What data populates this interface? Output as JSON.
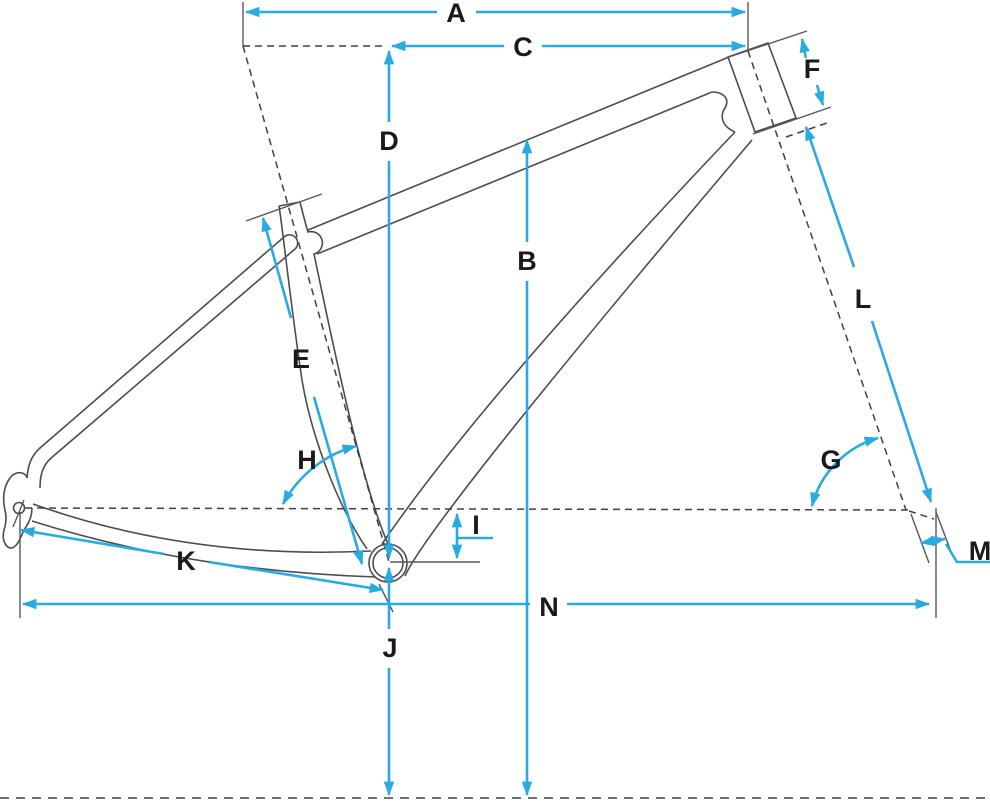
{
  "diagram": {
    "type": "bicycle-frame-geometry",
    "colors": {
      "dimension_arrows": "#29ABE2",
      "frame_outline": "#4D4D4F",
      "reference_dashed": "#414042",
      "label_text": "#1A1A1A",
      "background": "#FFFFFF"
    },
    "labels": {
      "A": "A",
      "B": "B",
      "C": "C",
      "D": "D",
      "E": "E",
      "F": "F",
      "G": "G",
      "H": "H",
      "I": "I",
      "J": "J",
      "K": "K",
      "L": "L",
      "M": "M",
      "N": "N"
    }
  }
}
